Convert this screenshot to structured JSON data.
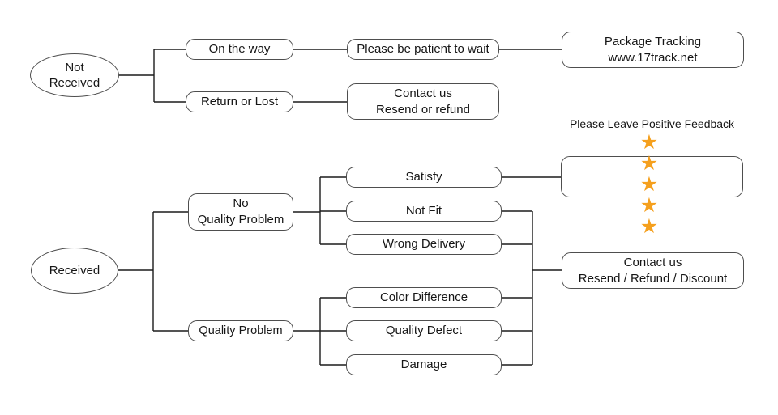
{
  "colors": {
    "star": "#F5A01E",
    "connector_line": "#1b1b1b",
    "node_border": "#4e4e4e",
    "background": "#ffffff"
  },
  "nodes": {
    "not_received": {
      "line1": "Not",
      "line2": "Received"
    },
    "on_the_way": {
      "label": "On the way"
    },
    "be_patient": {
      "label": "Please be patient to wait"
    },
    "package_tracking": {
      "line1": "Package Tracking",
      "line2": "www.17track.net"
    },
    "return_or_lost": {
      "label": "Return or Lost"
    },
    "contact_resend_or_refund": {
      "line1": "Contact us",
      "line2": "Resend or refund"
    },
    "received": {
      "label": "Received"
    },
    "no_quality_problem": {
      "line1": "No",
      "line2": "Quality Problem"
    },
    "quality_problem": {
      "label": "Quality Problem"
    },
    "satisfy": {
      "label": "Satisfy"
    },
    "not_fit": {
      "label": "Not Fit"
    },
    "wrong_delivery": {
      "label": "Wrong Delivery"
    },
    "color_difference": {
      "label": "Color Difference"
    },
    "quality_defect": {
      "label": "Quality Defect"
    },
    "damage": {
      "label": "Damage"
    },
    "positive_feedback": {
      "label": "Please Leave Positive Feedback",
      "stars": 5,
      "star_glyph": "★"
    },
    "contact_resend_refund_discount": {
      "line1": "Contact us",
      "line2": "Resend / Refund / Discount"
    }
  },
  "edges": [
    {
      "from": "Not Received",
      "to": "On the way"
    },
    {
      "from": "Not Received",
      "to": "Return or Lost"
    },
    {
      "from": "On the way",
      "to": "Please be patient to wait"
    },
    {
      "from": "Please be patient to wait",
      "to": "Package Tracking www.17track.net"
    },
    {
      "from": "Return or Lost",
      "to": "Contact us Resend or refund"
    },
    {
      "from": "Received",
      "to": "No Quality Problem"
    },
    {
      "from": "Received",
      "to": "Quality Problem"
    },
    {
      "from": "No Quality Problem",
      "to": "Satisfy"
    },
    {
      "from": "No Quality Problem",
      "to": "Not Fit"
    },
    {
      "from": "No Quality Problem",
      "to": "Wrong Delivery"
    },
    {
      "from": "Satisfy",
      "to": "Please Leave Positive Feedback"
    },
    {
      "from": "Quality Problem",
      "to": "Color Difference"
    },
    {
      "from": "Quality Problem",
      "to": "Quality Defect"
    },
    {
      "from": "Quality Problem",
      "to": "Damage"
    },
    {
      "from": "Not Fit",
      "to": "Contact us Resend / Refund / Discount"
    },
    {
      "from": "Wrong Delivery",
      "to": "Contact us Resend / Refund / Discount"
    },
    {
      "from": "Color Difference",
      "to": "Contact us Resend / Refund / Discount"
    },
    {
      "from": "Quality Defect",
      "to": "Contact us Resend / Refund / Discount"
    },
    {
      "from": "Damage",
      "to": "Contact us Resend / Refund / Discount"
    }
  ]
}
